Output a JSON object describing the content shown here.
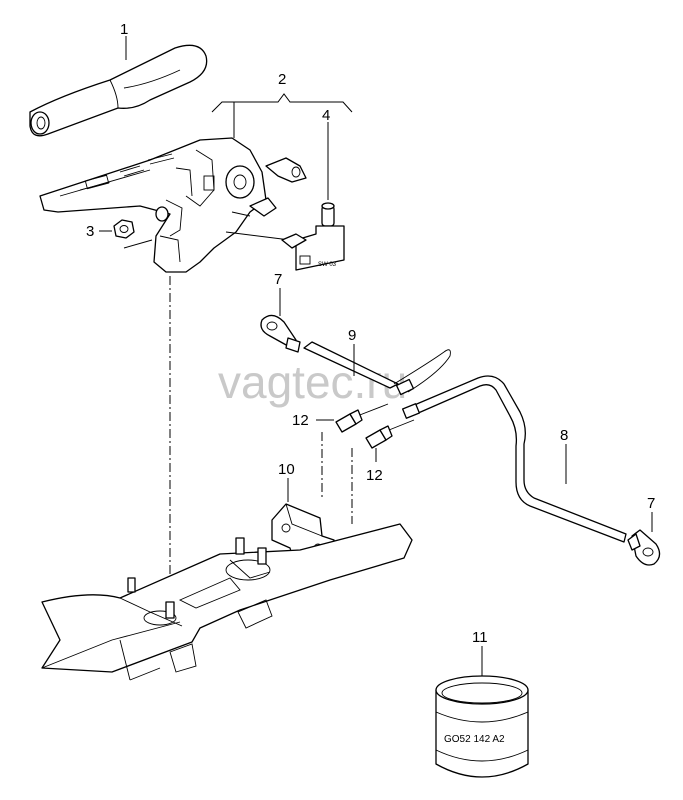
{
  "watermark": "vagtec.ru",
  "figure_code": "GO52 142 A2",
  "callouts": {
    "p1": "1",
    "p2": "2",
    "p3": "3",
    "p4": "4",
    "p7a": "7",
    "p7b": "7",
    "p8": "8",
    "p9": "9",
    "p10": "10",
    "p11": "11",
    "p12a": "12",
    "p12b": "12"
  }
}
